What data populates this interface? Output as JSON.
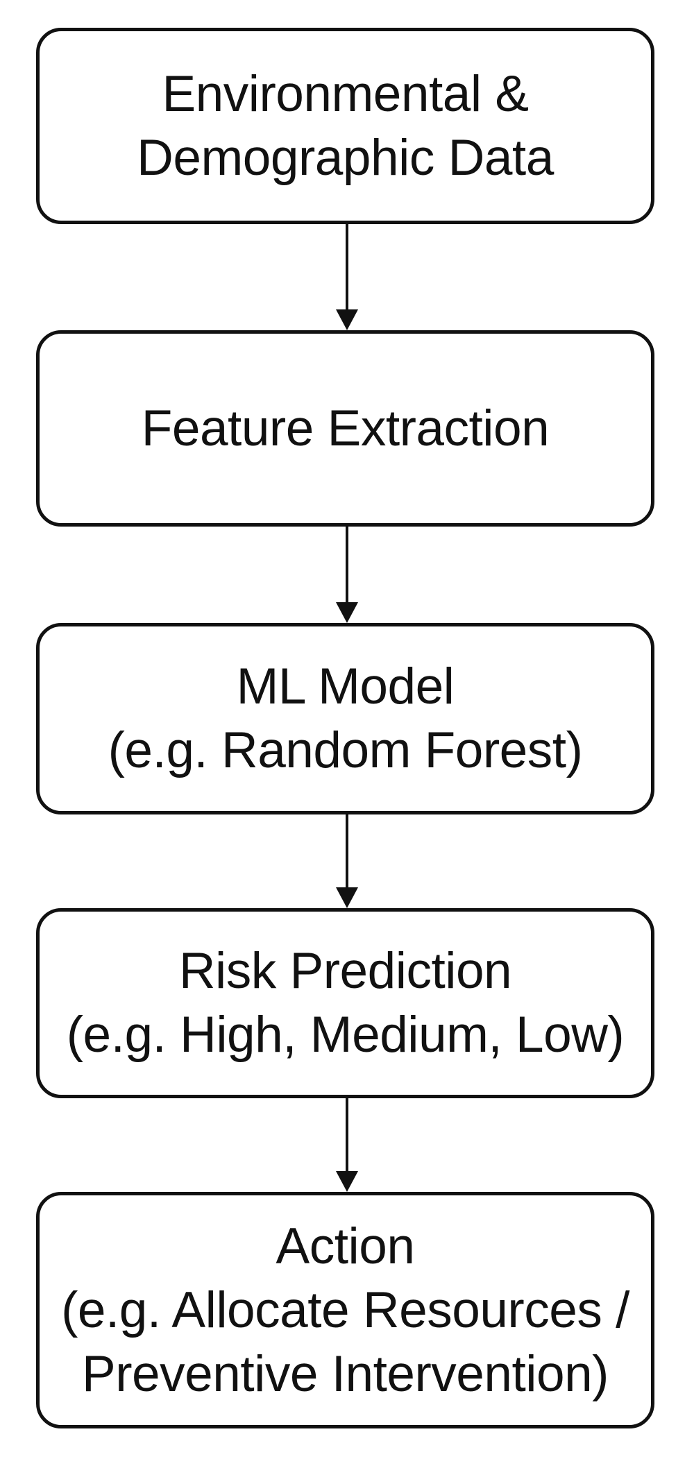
{
  "flowchart": {
    "steps": [
      {
        "lines": [
          "Environmental &",
          "Demographic Data"
        ]
      },
      {
        "lines": [
          "Feature Extraction"
        ]
      },
      {
        "lines": [
          "ML Model",
          "(e.g. Random Forest)"
        ]
      },
      {
        "lines": [
          "Risk Prediction",
          "(e.g. High, Medium, Low)"
        ]
      },
      {
        "lines": [
          "Action",
          "(e.g. Allocate Resources /",
          "Preventive Intervention)"
        ]
      }
    ],
    "colors": {
      "stroke": "#111111",
      "background": "#ffffff"
    }
  }
}
